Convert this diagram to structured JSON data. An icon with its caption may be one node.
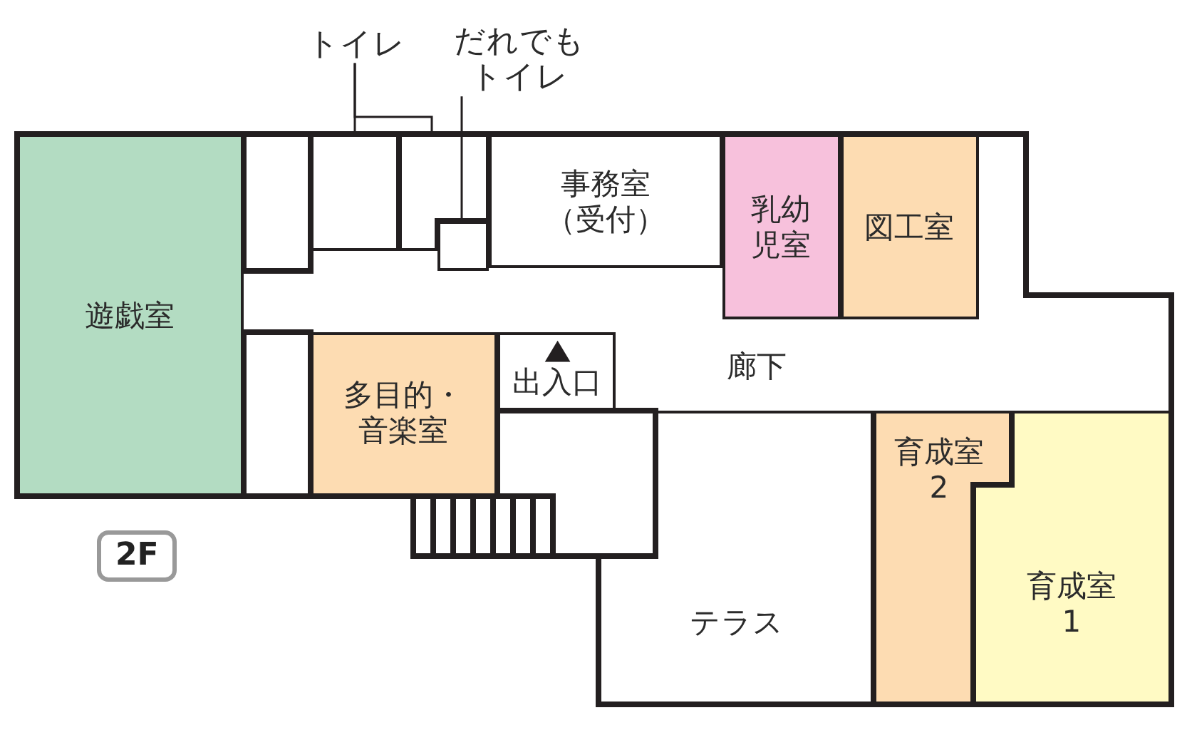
{
  "diagram": {
    "nodes": [
      {
        "text": [
          "遊戯室"
        ]
      },
      {
        "text": [
          "トイレ"
        ]
      },
      {
        "text": [],
        "shape": "box"
      },
      {
        "text": [],
        "shape": "box"
      },
      {
        "text": [
          "だれでもトイレ"
        ]
      },
      {
        "text": [],
        "shape": "box"
      },
      {
        "text": [
          "事務室（受付）"
        ]
      },
      {
        "text": [
          "乳幼児室"
        ]
      },
      {
        "text": [
          "図工室"
        ]
      },
      {
        "text": [
          "多目的・音楽室"
        ]
      },
      {
        "text": [
          "出入口"
        ]
      },
      {
        "text": [
          "テラス"
        ]
      },
      {
        "text": [
          "育成室2"
        ]
      },
      {
        "text": [
          "育成室1"
        ]
      }
    ],
    "edges": [
      {
        "from": 1,
        "to": 2,
        "arrow": "none"
      },
      {
        "from": 1,
        "to": 3,
        "arrow": "none"
      },
      {
        "from": 4,
        "to": 5,
        "arrow": "none"
      }
    ],
    "labels": [
      "廊下",
      "2F"
    ]
  }
}
